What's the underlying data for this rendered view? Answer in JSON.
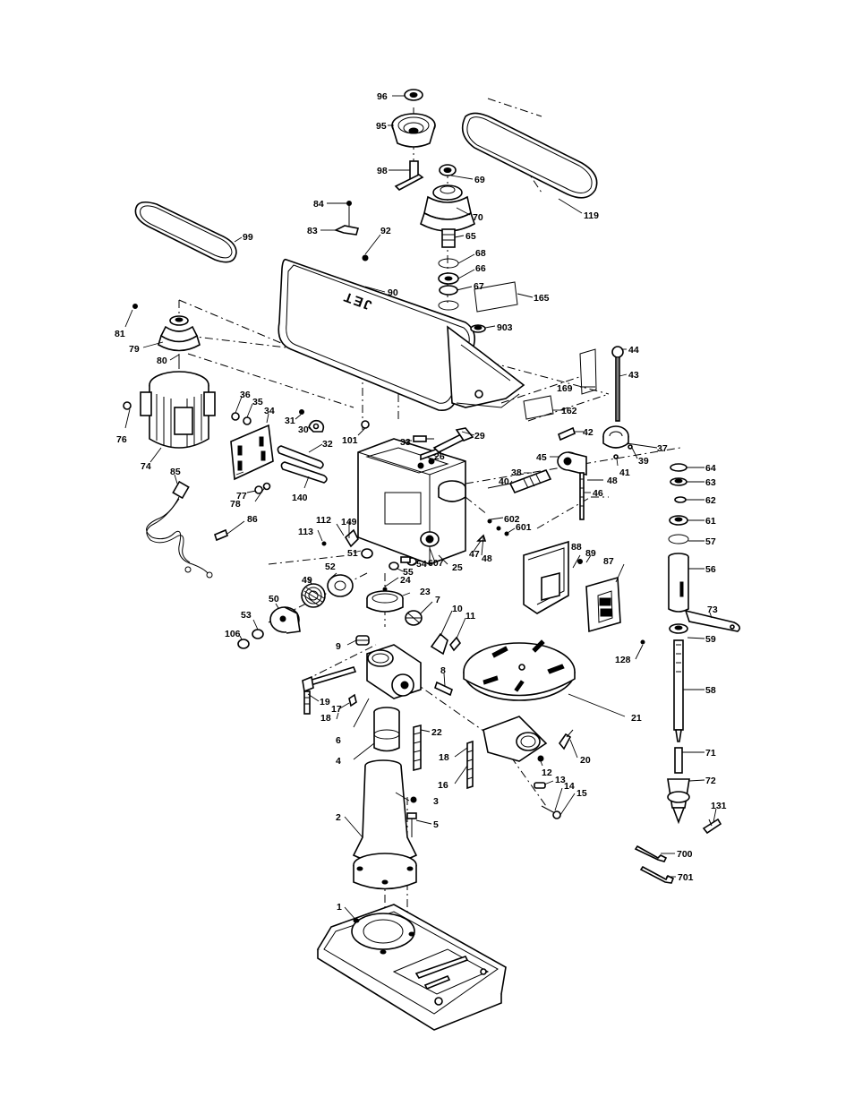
{
  "labels": {
    "p1": "1",
    "p2": "2",
    "p3": "3",
    "p4": "4",
    "p5": "5",
    "p6": "6",
    "p7": "7",
    "p8": "8",
    "p9": "9",
    "p10": "10",
    "p11": "11",
    "p12": "12",
    "p13": "13",
    "p14": "14",
    "p15": "15",
    "p16": "16",
    "p17": "17",
    "p18a": "18",
    "p18b": "18",
    "p19": "19",
    "p20": "20",
    "p21": "21",
    "p22": "22",
    "p23": "23",
    "p24": "24",
    "p25": "25",
    "p26": "26",
    "p29": "29",
    "p30": "30",
    "p31": "31",
    "p32": "32",
    "p33": "33",
    "p34": "34",
    "p35": "35",
    "p36": "36",
    "p37": "37",
    "p38": "38",
    "p39": "39",
    "p40": "40",
    "p41": "41",
    "p42": "42",
    "p43": "43",
    "p44": "44",
    "p45": "45",
    "p46": "46",
    "p47": "47",
    "p48a": "48",
    "p48b": "48",
    "p49": "49",
    "p50": "50",
    "p51": "51",
    "p52": "52",
    "p53": "53",
    "p54": "54",
    "p55": "55",
    "p56": "56",
    "p57": "57",
    "p58": "58",
    "p59": "59",
    "p61": "61",
    "p62": "62",
    "p63": "63",
    "p64": "64",
    "p65": "65",
    "p66": "66",
    "p67": "67",
    "p68": "68",
    "p69": "69",
    "p70": "70",
    "p71": "71",
    "p72": "72",
    "p73": "73",
    "p74": "74",
    "p76": "76",
    "p77": "77",
    "p78": "78",
    "p79": "79",
    "p80": "80",
    "p81": "81",
    "p83": "83",
    "p84": "84",
    "p85": "85",
    "p86": "86",
    "p87": "87",
    "p88": "88",
    "p89": "89",
    "p90": "90",
    "p92": "92",
    "p95": "95",
    "p96": "96",
    "p98": "98",
    "p99": "99",
    "p101": "101",
    "p106": "106",
    "p112": "112",
    "p113": "113",
    "p119": "119",
    "p128": "128",
    "p131": "131",
    "p140": "140",
    "p149": "149",
    "p162": "162",
    "p165": "165",
    "p169": "169",
    "p601": "601",
    "p602": "602",
    "p607": "607",
    "p700": "700",
    "p701": "701",
    "p903": "903"
  },
  "logo_text": "JET"
}
